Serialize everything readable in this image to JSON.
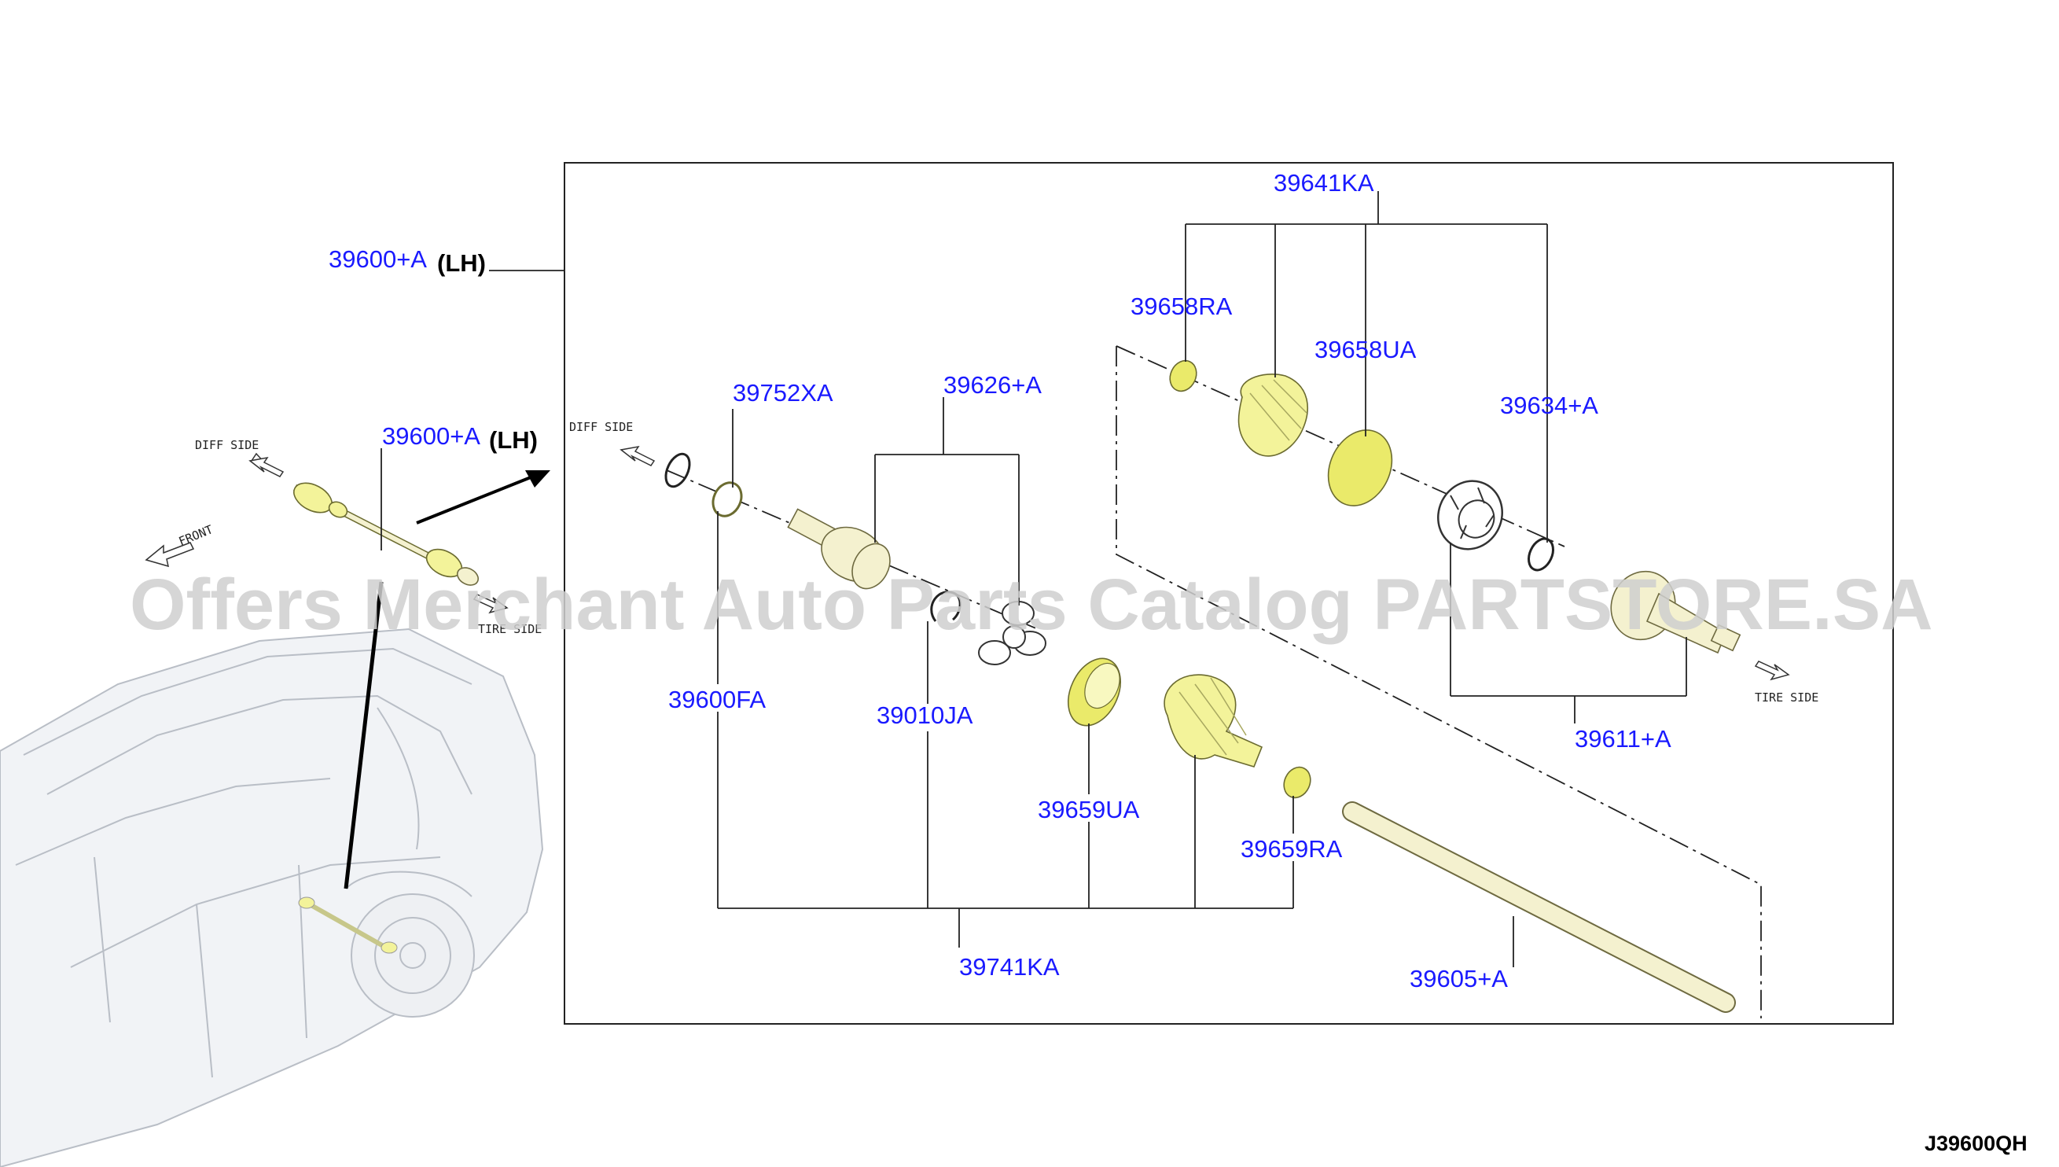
{
  "diagram_code": "J39600QH",
  "watermark": "Offers Merchant Auto Parts Catalog PARTSTORE.SA",
  "direction_labels": {
    "diff_side": "DIFF SIDE",
    "tire_side": "TIRE SIDE",
    "front": "FRONT"
  },
  "side_label": "(LH)",
  "parts": {
    "assembly_outer": "39600+A",
    "assembly_inner": "39600+A",
    "p39641KA": "39641KA",
    "p39658RA": "39658RA",
    "p39658UA": "39658UA",
    "p39634A": "39634+A",
    "p39752XA": "39752XA",
    "p39626A": "39626+A",
    "p39600FA": "39600FA",
    "p39010JA": "39010JA",
    "p39659UA": "39659UA",
    "p39659RA": "39659RA",
    "p39611A": "39611+A",
    "p39741KA": "39741KA",
    "p39605A": "39605+A"
  },
  "colors": {
    "part_label": "#1a1aff",
    "boot_yellow": "#f3f39a",
    "shaft_cream": "#f4f1cf"
  }
}
